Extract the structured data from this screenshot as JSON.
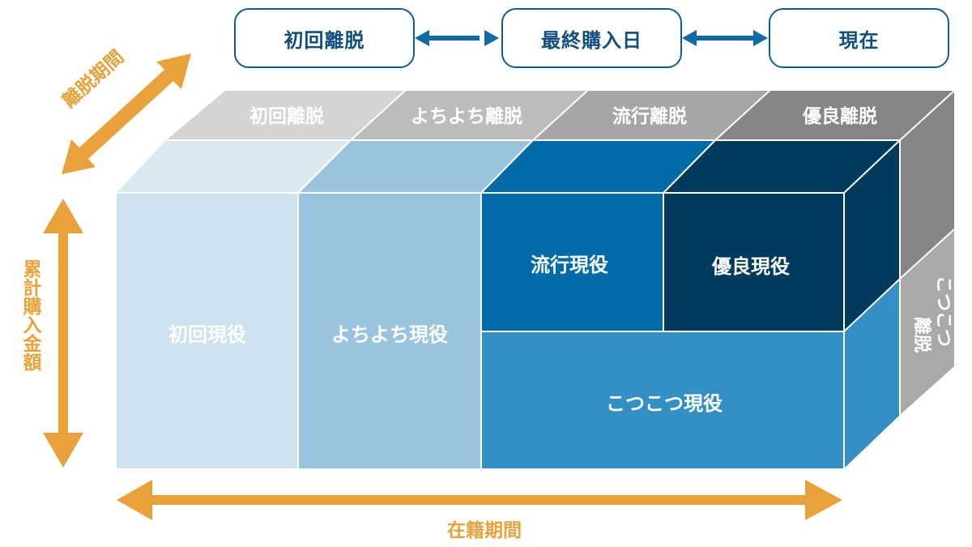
{
  "colors": {
    "accent_orange": "#e9a23b",
    "navy_dark": "#003a5c",
    "blue_main": "#006ba6",
    "blue_mid": "#3490c4",
    "blue_light": "#9ac4de",
    "blue_pale": "#cde2ee",
    "gray_light": "#d3d3d3",
    "gray_mid": "#a9a9a9",
    "gray_dark": "#868686",
    "pill_border": "#0f5d8f"
  },
  "timeline": {
    "first": "初回離脱",
    "middle": "最終購入日",
    "last": "現在"
  },
  "axes": {
    "diagonal": "離脱期間",
    "vertical": "累計購入金額",
    "horizontal": "在籍期間"
  },
  "top_labels": [
    "初回離脱",
    "よちよち離脱",
    "流行離脱",
    "優良離脱"
  ],
  "front_labels": {
    "shoshin": "初回現役",
    "yochiyochi": "よちよち現役",
    "ryuko": "流行現役",
    "yuryo": "優良現役",
    "kotsukotsu": "こつこつ現役"
  },
  "side_label": {
    "line1": "こつこつ",
    "line2": "離脱"
  },
  "icons": {
    "timeline_arrows": "double-arrow-icon",
    "axis_arrows": "double-arrow-icon"
  }
}
